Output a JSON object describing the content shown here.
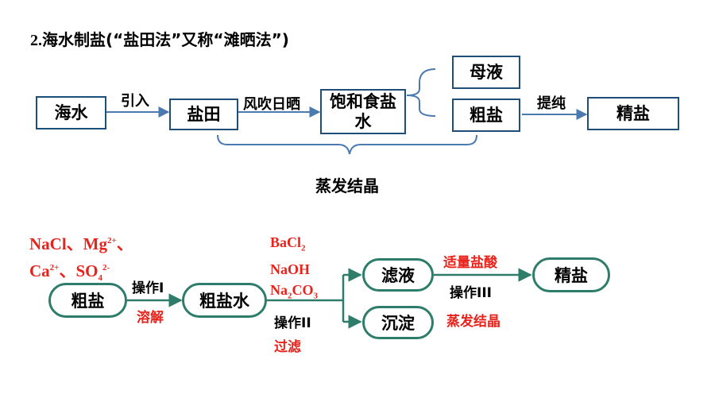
{
  "title": {
    "num": "2.",
    "text": "海水制盐(“盐田法”又称“滩晒法”)"
  },
  "top": {
    "box_seawater": "海水",
    "box_saltfield": "盐田",
    "box_saturated": "饱和食盐水",
    "box_mother": "母液",
    "box_crude": "粗盐",
    "box_refined": "精盐",
    "label_introduce": "引入",
    "label_wind_sun": "风吹日晒",
    "label_purify": "提纯",
    "label_evaporate": "蒸发结晶"
  },
  "bottom": {
    "impurities": {
      "nacl": "NaCl、Mg",
      "mg_sup": "2+",
      "sep1": "、",
      "ca": "Ca",
      "ca_sup": "2+",
      "sep2": "、SO",
      "so_sub": "4",
      "so_sup": "2-"
    },
    "reagents": {
      "bacl": "BaCl",
      "bacl_sub": "2",
      "naoh": "NaOH",
      "na": "Na",
      "na_sub": "2",
      "co": "CO",
      "co_sub": "3"
    },
    "pill_crude": "粗盐",
    "pill_crude_water": "粗盐水",
    "pill_filtrate": "滤液",
    "pill_precip": "沉淀",
    "pill_refined": "精盐",
    "op1": "操作I",
    "op1_red": "溶解",
    "op2": "操作II",
    "op2_red": "过滤",
    "op3_red_top": "适量盐酸",
    "op3": "操作III",
    "op3_red_bottom": "蒸发结晶"
  },
  "colors": {
    "box_border": "#1f4e79",
    "pill_border": "#2e7d6b",
    "red": "#e8231c",
    "arrow": "#4a7ab0"
  }
}
